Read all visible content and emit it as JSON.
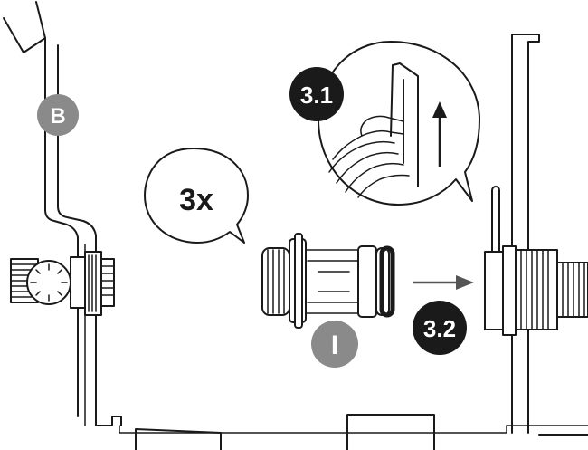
{
  "labels": {
    "hose_label": "B",
    "part_label": "I",
    "repeat_count": "3x",
    "step_1": "3.1",
    "step_2": "3.2"
  },
  "colors": {
    "line": "#1a1a1a",
    "grey_badge": "#8a8a8a",
    "black_badge": "#1a1a1a",
    "background": "#ffffff"
  }
}
